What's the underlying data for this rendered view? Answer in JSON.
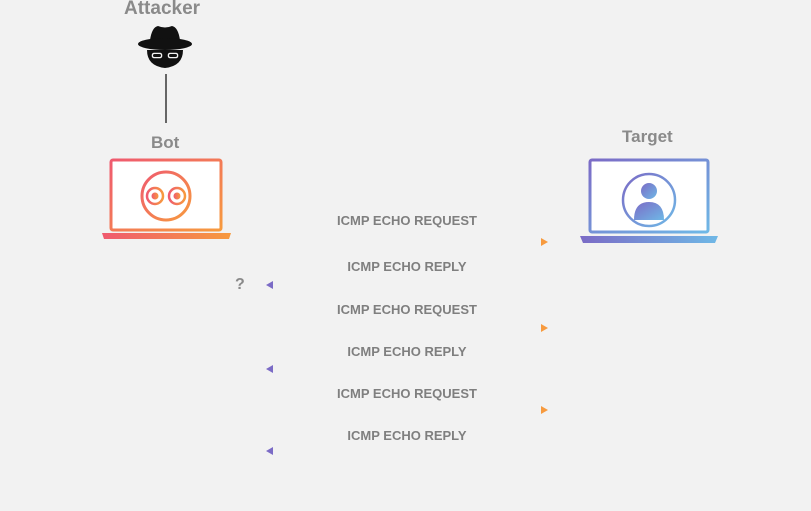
{
  "attacker": {
    "label": "Attacker",
    "icon": "spy-icon"
  },
  "bot": {
    "label": "Bot",
    "icon": "robot-face-icon"
  },
  "target": {
    "label": "Target",
    "icon": "user-icon"
  },
  "reply_marker": "?",
  "colors": {
    "request_gradient": [
      "#ef5a6f",
      "#f79a3e"
    ],
    "reply_gradient": [
      "#7b6bc6",
      "#6fb8e6"
    ],
    "bot_laptop_gradient": [
      "#ef5a6f",
      "#f79a3e"
    ],
    "target_laptop_gradient": [
      "#7b6bc6",
      "#6fb8e6"
    ],
    "text": "#8a8a8a",
    "background": "#f2f2f2"
  },
  "messages": [
    {
      "label": "ICMP ECHO REQUEST",
      "direction": "to-target"
    },
    {
      "label": "ICMP ECHO REPLY",
      "direction": "to-bot"
    },
    {
      "label": "ICMP ECHO REQUEST",
      "direction": "to-target"
    },
    {
      "label": "ICMP ECHO REPLY",
      "direction": "to-bot"
    },
    {
      "label": "ICMP ECHO REQUEST",
      "direction": "to-target"
    },
    {
      "label": "ICMP ECHO REPLY",
      "direction": "to-bot"
    }
  ]
}
